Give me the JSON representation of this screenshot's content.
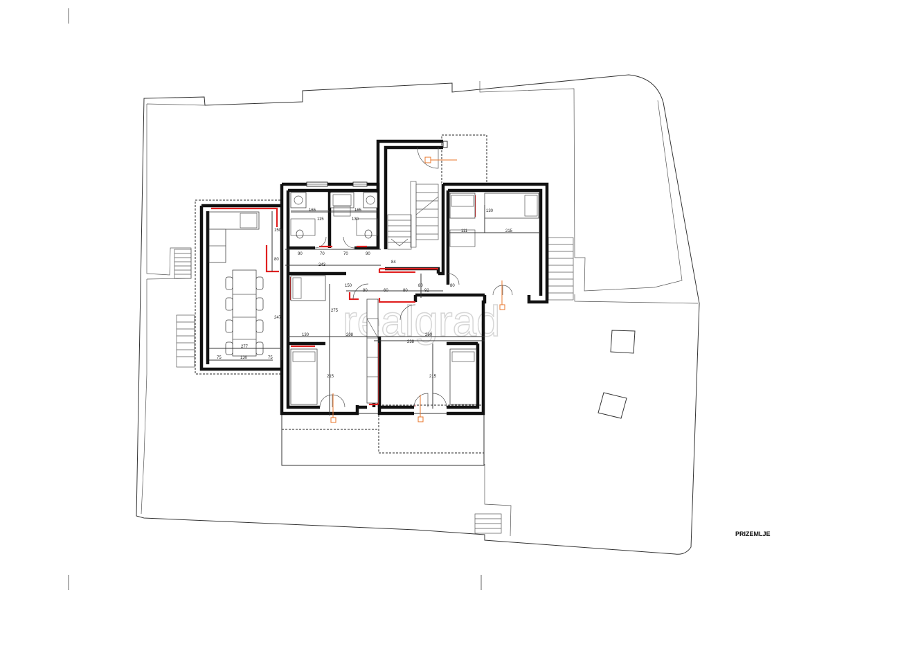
{
  "drawing": {
    "sheet_label": "PRIZEMLJE",
    "watermark": "realgrad"
  },
  "dimensions": {
    "bath_left_width": "165",
    "bath_right_width": "165",
    "bath_left_depth": "115",
    "bath_right_depth": "130",
    "kitchen_top": "150",
    "corridor_a": "90",
    "corridor_b": "70",
    "corridor_c": "70",
    "corridor_d": "90",
    "corridor_len": "243",
    "hall_height": "80",
    "stair_dim": "84",
    "hall_e": "80",
    "hall_f": "60",
    "hall_g": "80",
    "hall_h": "92",
    "hall_i": "80",
    "hall_j": "80",
    "room_left_depth": "275",
    "room_mid_w1": "130",
    "room_mid_w2": "208",
    "room_mid_w3": "238",
    "room_mid_w4": "260",
    "living_w": "277",
    "living_seg1": "75",
    "living_seg2": "130",
    "living_seg3": "75",
    "living_depth": "247",
    "bed_left_depth": "215",
    "bed_right_depth": "215",
    "bed_top_w1": "111",
    "bed_top_w2": "215",
    "bed_top_d": "130",
    "room_top_left_d": "150"
  },
  "colors": {
    "wall": "#111111",
    "new_wall": "#e02020",
    "electrical": "#e8742a",
    "watermark": "#d8d8d8"
  }
}
